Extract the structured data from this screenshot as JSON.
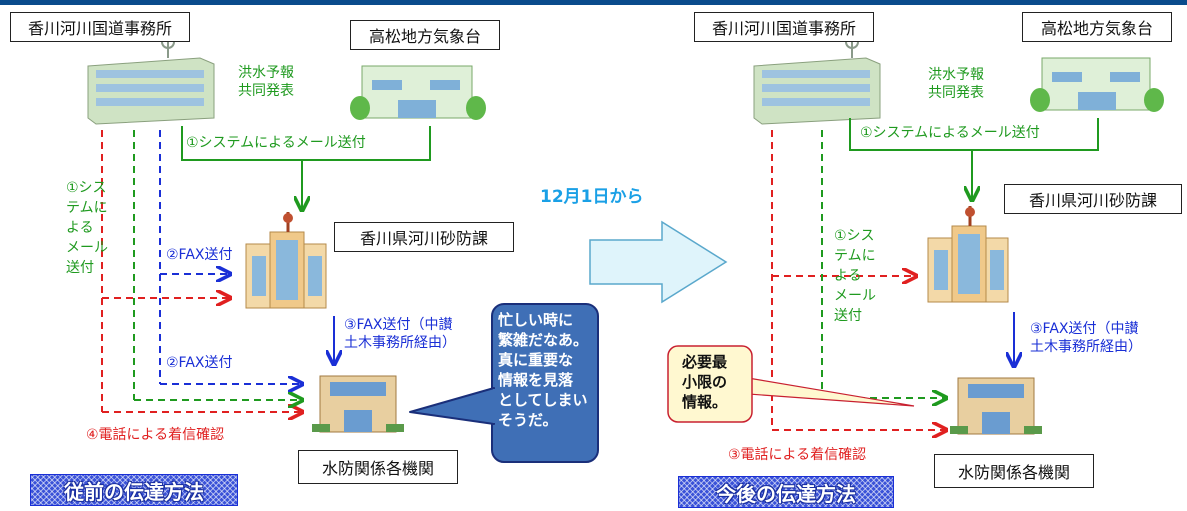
{
  "left": {
    "office": "香川河川国道事務所",
    "met": "高松地方気象台",
    "joint": "洪水予報\n共同発表",
    "mail": "①システムによるメール送付",
    "pref": "香川県河川砂防課",
    "sys_vertical": "①シス\nテムに\nよる\nメール\n送付",
    "fax1": "②FAX送付",
    "fax2": "②FAX送付",
    "fax3": "③FAX送付（中讃\n土木事務所経由）",
    "phone": "④電話による着信確認",
    "orgs": "水防関係各機関",
    "bubble": "忙しい時に\n繁雑だなあ。\n真に重要な\n情報を見落\nとしてしまい\nそうだ。",
    "method": "従前の伝達方法"
  },
  "middle": {
    "date": "12月1日から"
  },
  "right": {
    "office": "香川河川国道事務所",
    "met": "高松地方気象台",
    "joint": "洪水予報\n共同発表",
    "mail": "①システムによるメール送付",
    "pref": "香川県河川砂防課",
    "sys_vertical": "①シス\nテムに\nよる\nメール\n送付",
    "fax3": "③FAX送付（中讃\n土木事務所経由）",
    "callout": "必要最\n小限の\n情報。",
    "phone": "③電話による着信確認",
    "orgs": "水防関係各機関",
    "method": "今後の伝達方法"
  },
  "colors": {
    "green": "#1f9a1f",
    "blue": "#1a2fd6",
    "red": "#e02020",
    "cyan": "#1aa0e6",
    "bubble": "#3f6fb6"
  }
}
